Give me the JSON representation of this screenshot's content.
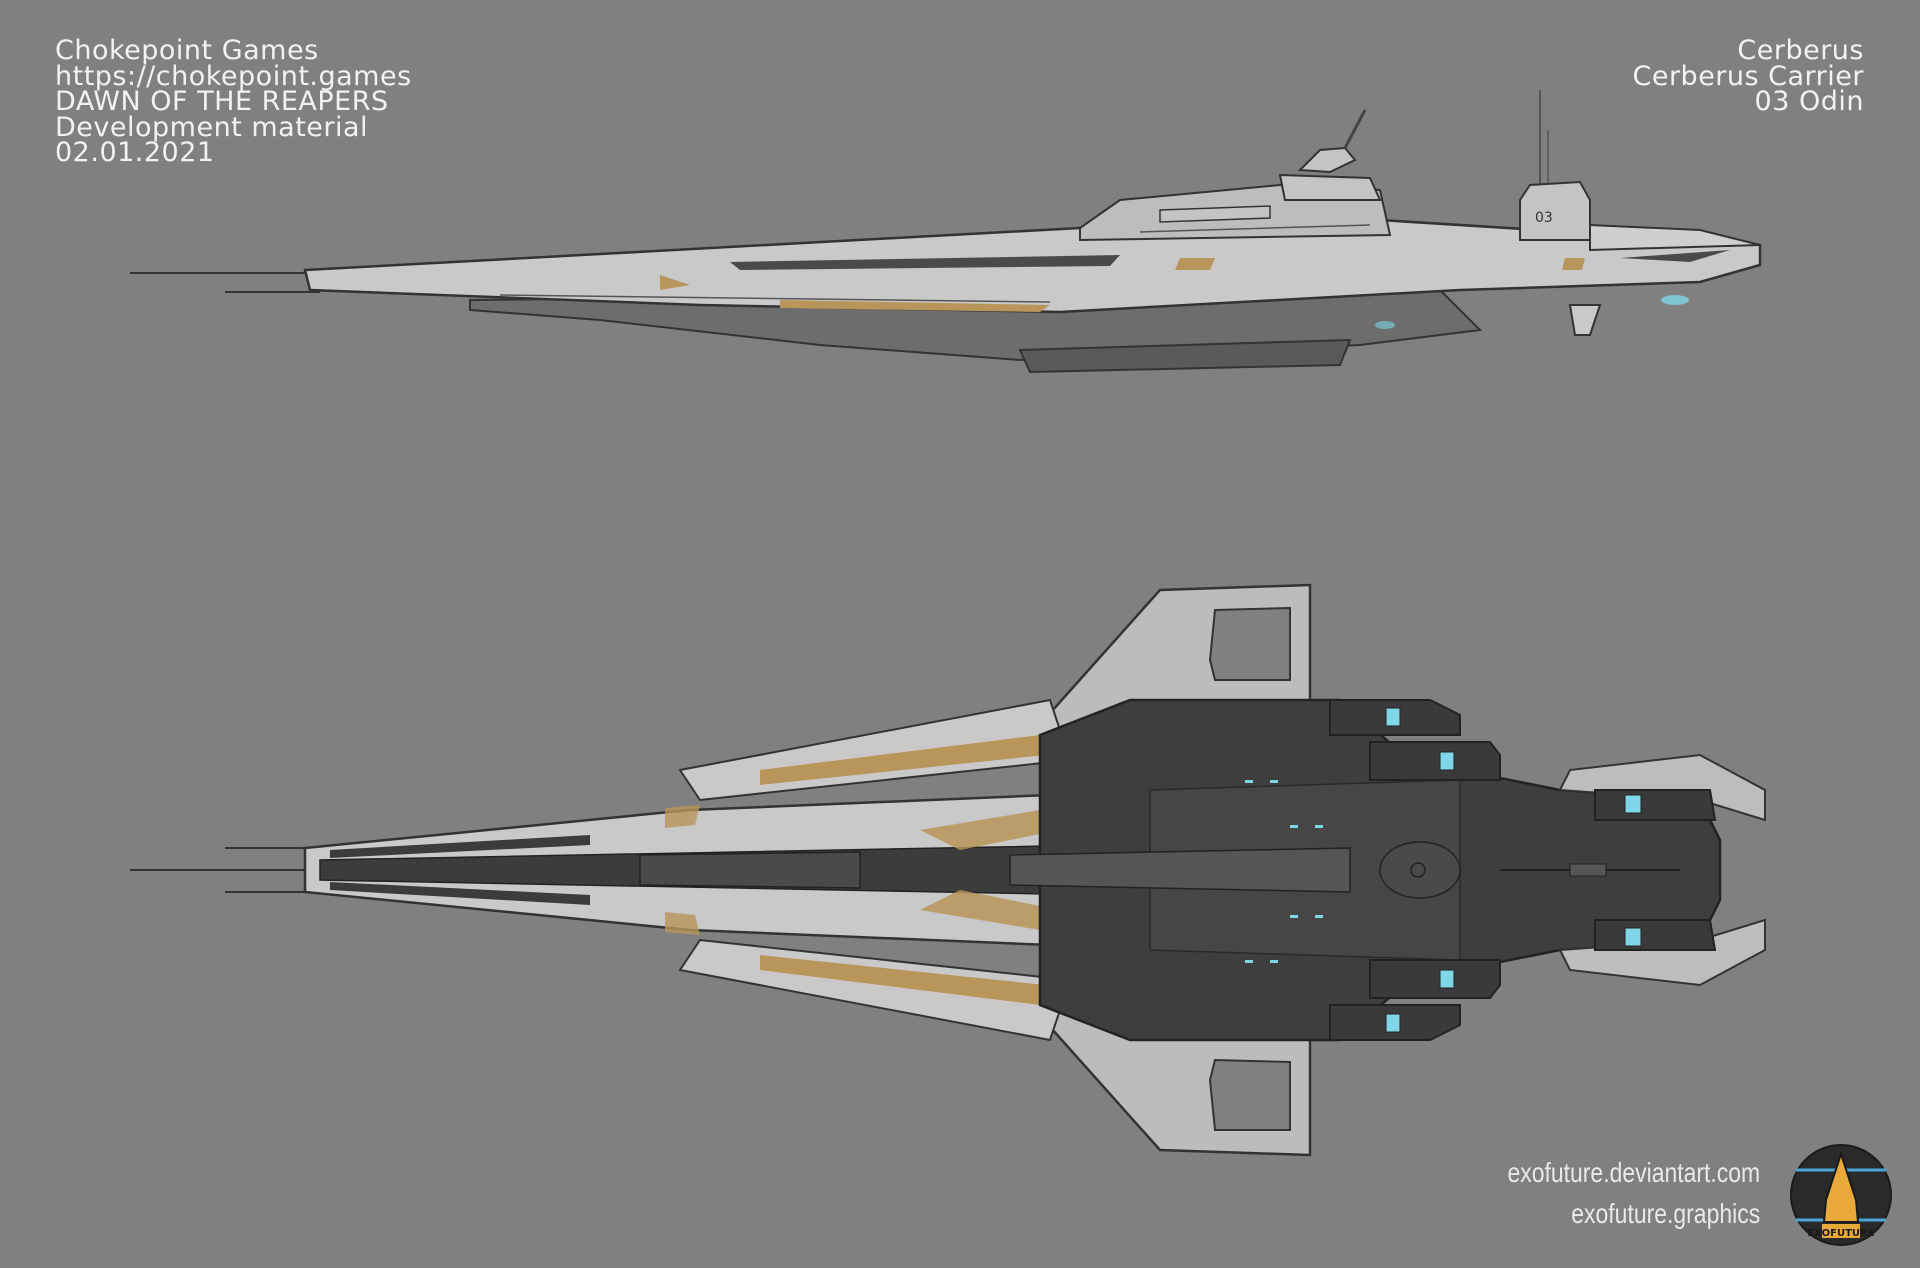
{
  "header_left": {
    "studio": "Chokepoint Games",
    "url": "https://chokepoint.games",
    "game": "DAWN OF THE REAPERS",
    "material": "Development material",
    "date": "02.01.2021"
  },
  "header_right": {
    "faction": "Cerberus",
    "ship_class": "Cerberus Carrier",
    "ship_name": "03 Odin"
  },
  "hull_marking": "03",
  "credits": {
    "deviantart": "exofuture.deviantart.com",
    "site": "exofuture.graphics"
  },
  "logo": {
    "name": "exofuture-logo",
    "text": "EXOFUTURE"
  },
  "colors": {
    "background": "#808080",
    "hull_light": "#c9c9c9",
    "hull_dark": "#3c3c3c",
    "accent_gold": "#b8955a",
    "engine_glow": "#7fd6e6"
  }
}
